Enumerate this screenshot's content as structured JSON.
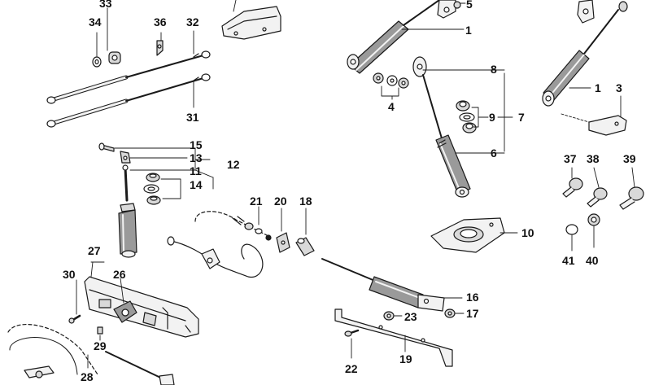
{
  "diagram": {
    "part_numbers": {
      "p1a": "1",
      "p1b": "1",
      "p3": "3",
      "p4": "4",
      "p5": "5",
      "p6": "6",
      "p7": "7",
      "p8": "8",
      "p9": "9",
      "p10": "10",
      "p11": "11",
      "p12": "12",
      "p13": "13",
      "p14": "14",
      "p15": "15",
      "p16": "16",
      "p17": "17",
      "p18": "18",
      "p19": "19",
      "p20": "20",
      "p21": "21",
      "p22": "22",
      "p23": "23",
      "p26": "26",
      "p27": "27",
      "p28": "28",
      "p29": "29",
      "p30": "30",
      "p31": "31",
      "p32": "32",
      "p33": "33",
      "p34": "34",
      "p36": "36",
      "p37": "37",
      "p38": "38",
      "p39": "39",
      "p40": "40",
      "p41": "41"
    },
    "colors": {
      "line": "#1a1a1a",
      "fill_light": "#f2f2f2",
      "fill_mid": "#d9d9d9",
      "fill_dark": "#9a9a9a"
    }
  }
}
